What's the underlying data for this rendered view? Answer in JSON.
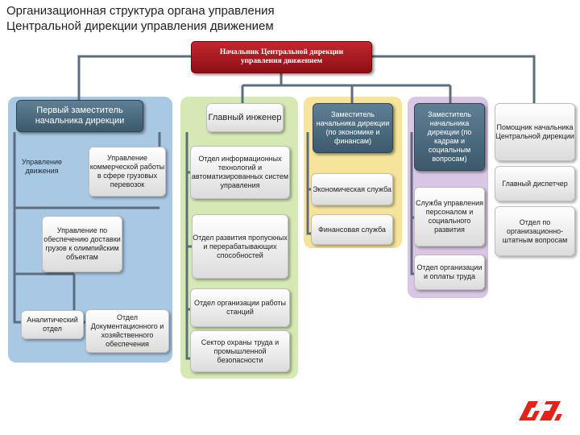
{
  "title": {
    "line1": "Организационная структура органа управления",
    "line2": "Центральной дирекции управления движением"
  },
  "head": {
    "line1": "Начальник Центральной дирекции",
    "line2": "управления движением"
  },
  "col1": {
    "head": "Первый заместитель начальника дирекции",
    "items": [
      "Управление движения",
      "Управление коммерческой работы в сфере грузовых перевозок",
      "Управление по обеспечению доставки грузов к олимпийским объектам",
      "Аналитический отдел",
      "Отдел Документационного и хозяйственного обеспечения"
    ]
  },
  "col2": {
    "head": "Главный инженер",
    "items": [
      "Отдел информационных технологий и автоматизированных систем управления",
      "Отдел развития пропускных и перерабатывающих способностей",
      "Отдел организации работы станций",
      "Сектор охраны труда и промышленной безопасности"
    ]
  },
  "col3": {
    "head": "Заместитель начальника дирекции (по экономике и финансам)",
    "items": [
      "Экономическая служба",
      "Финансовая служба"
    ]
  },
  "col4": {
    "head": "Заместитель начальника дирекции (по кадрам и социальным вопросам)",
    "items": [
      "Служба управления персоналом и социального развития",
      "Отдел организации и оплаты труда"
    ]
  },
  "col5": {
    "items": [
      "Помощник начальника Центральной дирекции",
      "Главный диспетчер",
      "Отдел по организационно-штатным вопросам"
    ]
  },
  "logo": {
    "icon": "rzd-logo-icon",
    "color": "#e2231a"
  },
  "colors": {
    "panel_blue": "#a9c8e4",
    "panel_green": "#d6e9b4",
    "panel_yellow": "#f6e49a",
    "panel_purple": "#d8c6e4",
    "head_red": "#a81a20",
    "connector": "#5c6e7c"
  }
}
